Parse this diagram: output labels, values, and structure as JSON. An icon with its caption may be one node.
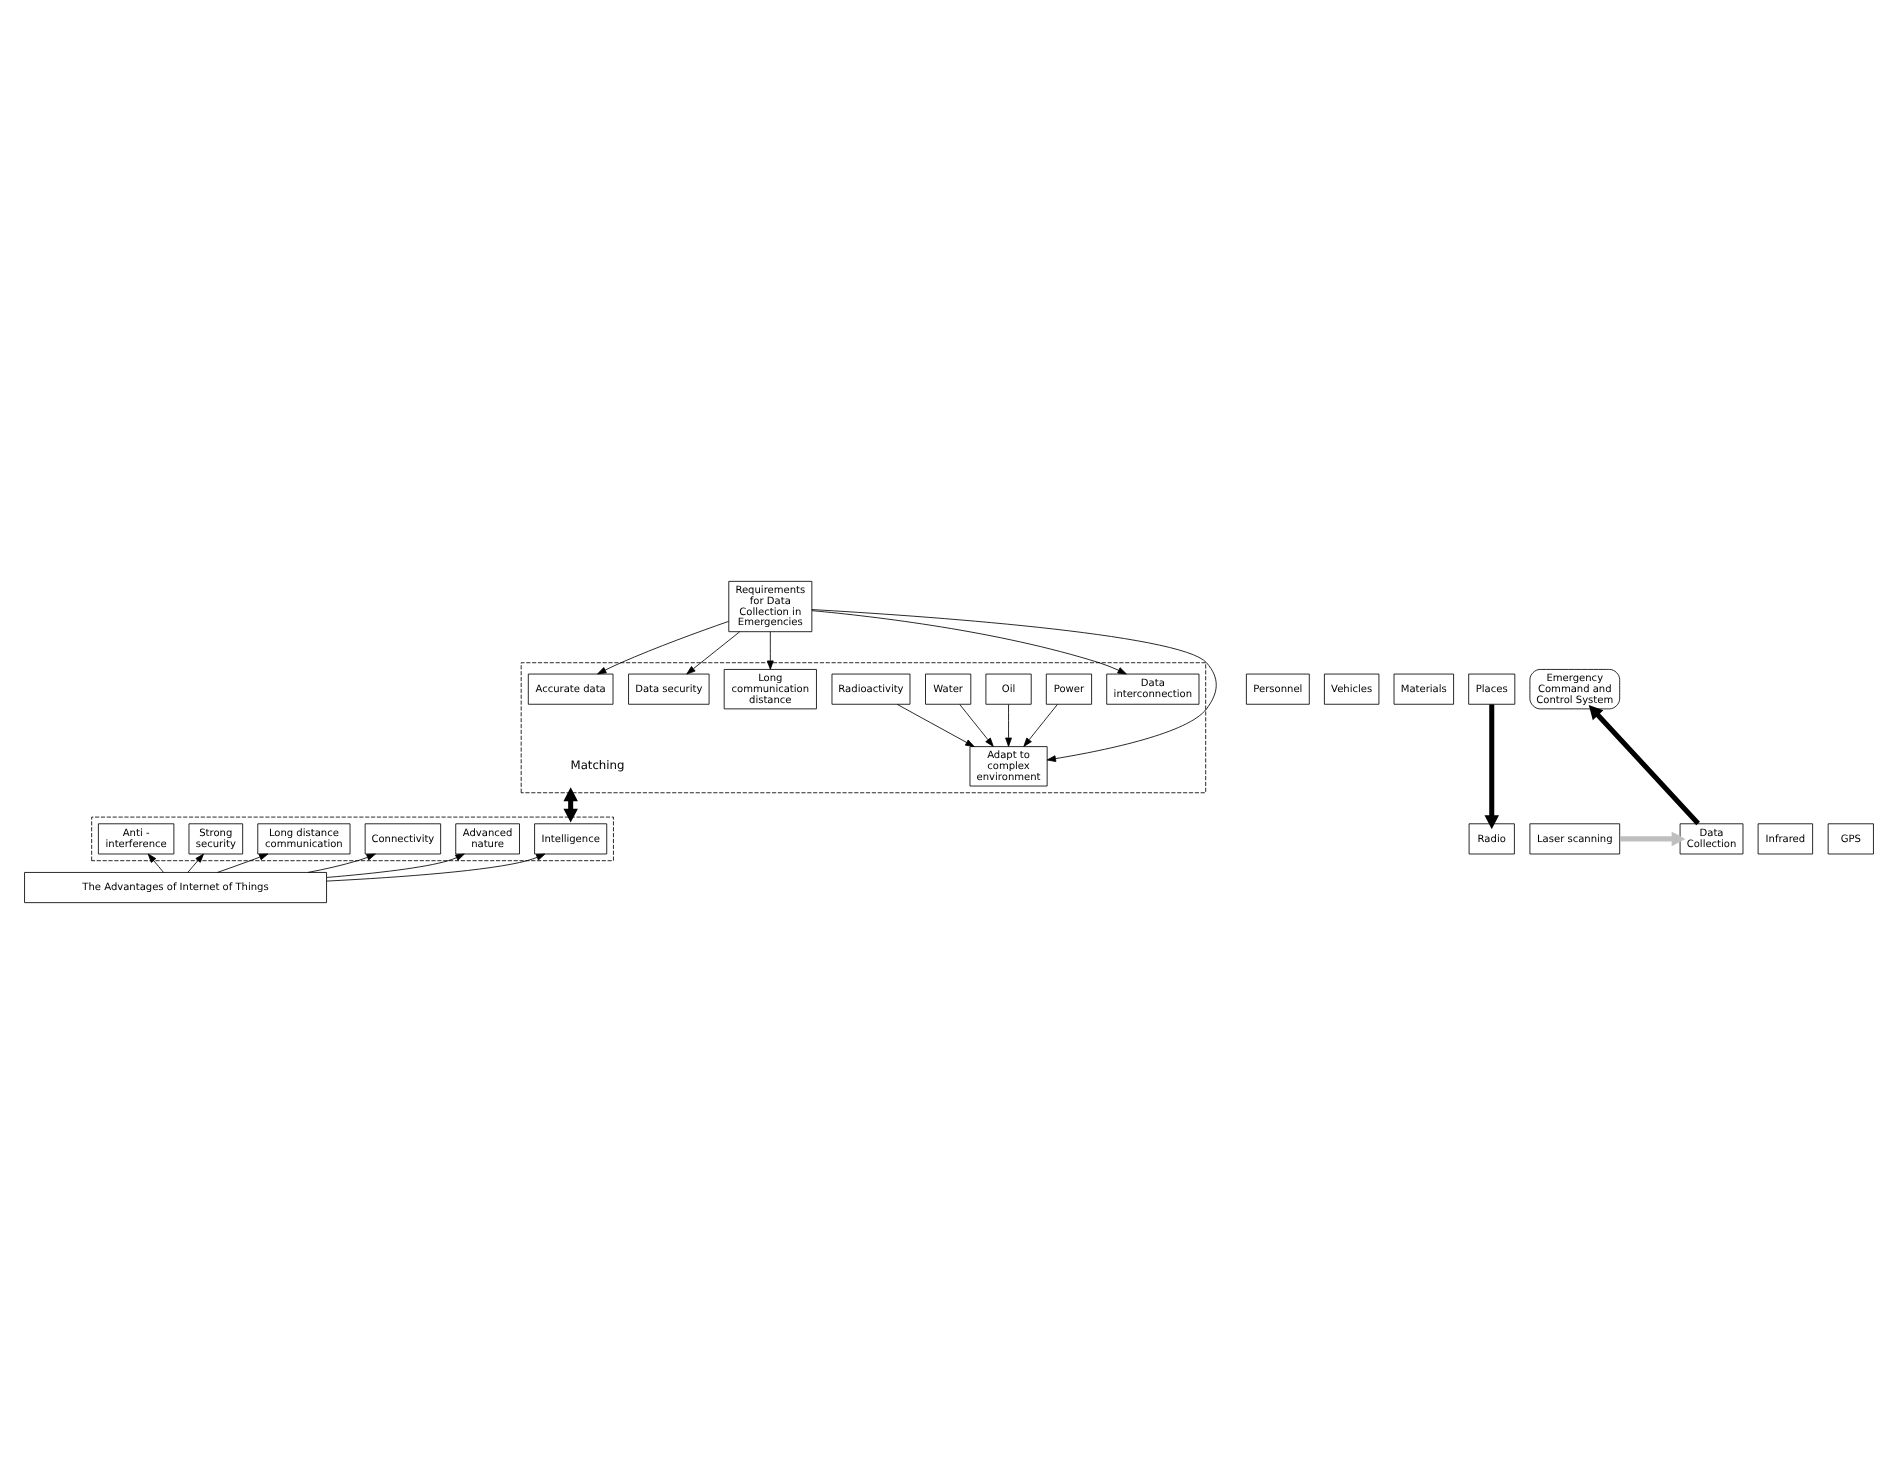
{
  "diagram": {
    "nodes": [
      {
        "text": [
          "Requirements for Data Collection in Emergencies"
        ]
      },
      {
        "text": [],
        "shape": "box"
      },
      {
        "text": [
          "Accurate data"
        ],
        "in": 1
      },
      {
        "text": [
          "Adapt to complex environment"
        ],
        "in": 1
      },
      {
        "text": [
          "Power"
        ],
        "in": 1
      },
      {
        "text": [
          "Oil"
        ],
        "in": 1
      },
      {
        "text": [
          "Water"
        ],
        "in": 1
      },
      {
        "text": [
          "Radioactivity"
        ],
        "in": 1
      },
      {
        "text": [
          "Data security"
        ],
        "in": 1
      },
      {
        "text": [
          "Long communication distance"
        ],
        "in": 1
      },
      {
        "text": [
          "Data interconnection"
        ],
        "in": 1
      },
      {
        "text": [
          "Personnel"
        ]
      },
      {
        "text": [
          "Vehicles"
        ]
      },
      {
        "text": [
          "Materials"
        ]
      },
      {
        "text": [
          "Places"
        ]
      },
      {
        "text": [
          "Emergency Command and Control System"
        ]
      },
      {
        "text": [],
        "shape": "box"
      },
      {
        "text": [
          "Intelligence"
        ],
        "in": 16
      },
      {
        "text": [
          "Advanced nature"
        ],
        "in": 16
      },
      {
        "text": [
          "Connectivity"
        ],
        "in": 16
      },
      {
        "text": [
          "Long distance communication"
        ],
        "in": 16
      },
      {
        "text": [
          "Strong security"
        ],
        "in": 16
      },
      {
        "text": [
          "Anti - interference"
        ],
        "in": 16
      },
      {
        "text": [
          "Radio"
        ]
      },
      {
        "text": [
          "Infrared"
        ]
      },
      {
        "text": [
          "GPS"
        ]
      },
      {
        "text": [
          "Laser scanning"
        ]
      },
      {
        "text": [
          "Data Collection"
        ]
      },
      {
        "text": [
          "The Advantages of Internet of Things"
        ]
      }
    ],
    "edges": [
      {
        "from": 0,
        "to": 2,
        "arrow": "to"
      },
      {
        "from": 0,
        "to": 3,
        "arrow": "to"
      },
      {
        "from": 0,
        "to": 8,
        "arrow": "to"
      },
      {
        "from": 0,
        "to": 9,
        "arrow": "to"
      },
      {
        "from": 0,
        "to": 10,
        "arrow": "to"
      },
      {
        "from": 4,
        "to": 3,
        "arrow": "to"
      },
      {
        "from": 5,
        "to": 3,
        "arrow": "to"
      },
      {
        "from": 6,
        "to": 3,
        "arrow": "to"
      },
      {
        "from": 7,
        "to": 3,
        "arrow": "to"
      },
      {
        "from": 1,
        "to": 16,
        "arrow": "both",
        "label": "Matching",
        "style": "thick"
      },
      {
        "from": 28,
        "to": 17,
        "arrow": "to"
      },
      {
        "from": 28,
        "to": 18,
        "arrow": "to"
      },
      {
        "from": 28,
        "to": 19,
        "arrow": "to"
      },
      {
        "from": 28,
        "to": 20,
        "arrow": "to"
      },
      {
        "from": 28,
        "to": 21,
        "arrow": "to"
      },
      {
        "from": 28,
        "to": 22,
        "arrow": "to"
      },
      {
        "from": 14,
        "to": 23,
        "arrow": "to",
        "style": "thick"
      },
      {
        "from": 26,
        "to": 27,
        "arrow": "to",
        "style": "thick",
        "color": "#bfbfbf"
      },
      {
        "from": 27,
        "to": 15,
        "arrow": "to",
        "style": "thick"
      }
    ]
  }
}
